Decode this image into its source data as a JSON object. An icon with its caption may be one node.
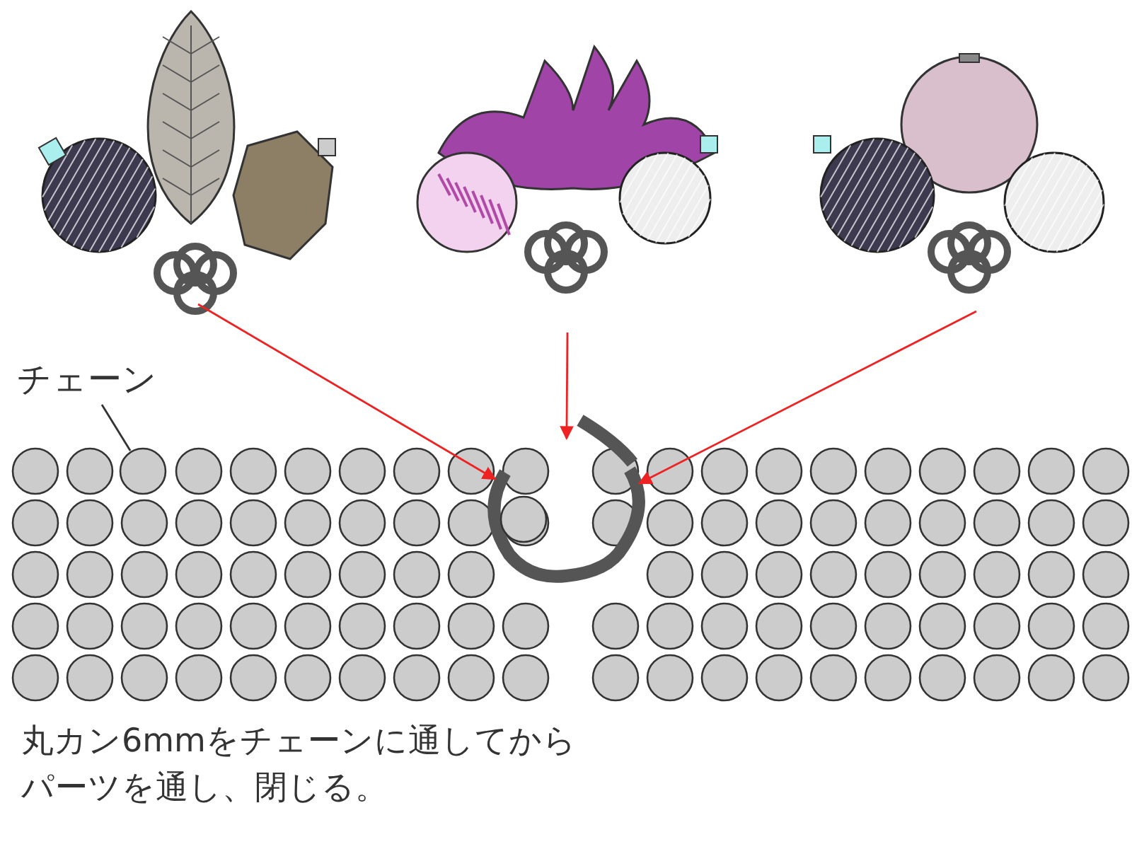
{
  "diagram": {
    "caption": "丸カン6mmをチェーンに通してからパーツを通し、閉じる。",
    "nodes": [
      {
        "text": [],
        "shape": "picture"
      },
      {
        "text": [],
        "shape": "picture"
      },
      {
        "text": [],
        "shape": "picture"
      },
      {
        "text": [],
        "shape": "picture"
      },
      {
        "text": [
          "チェーン"
        ]
      },
      {
        "text": [],
        "shape": "circle"
      }
    ],
    "edges": [
      {
        "from": 0,
        "to": 3,
        "arrow": "to"
      },
      {
        "from": 1,
        "to": 3,
        "arrow": "to"
      },
      {
        "from": 2,
        "to": 3,
        "arrow": "to"
      },
      {
        "from": 4,
        "to": 5,
        "arrow": "none",
        "color": "#333333"
      }
    ]
  }
}
